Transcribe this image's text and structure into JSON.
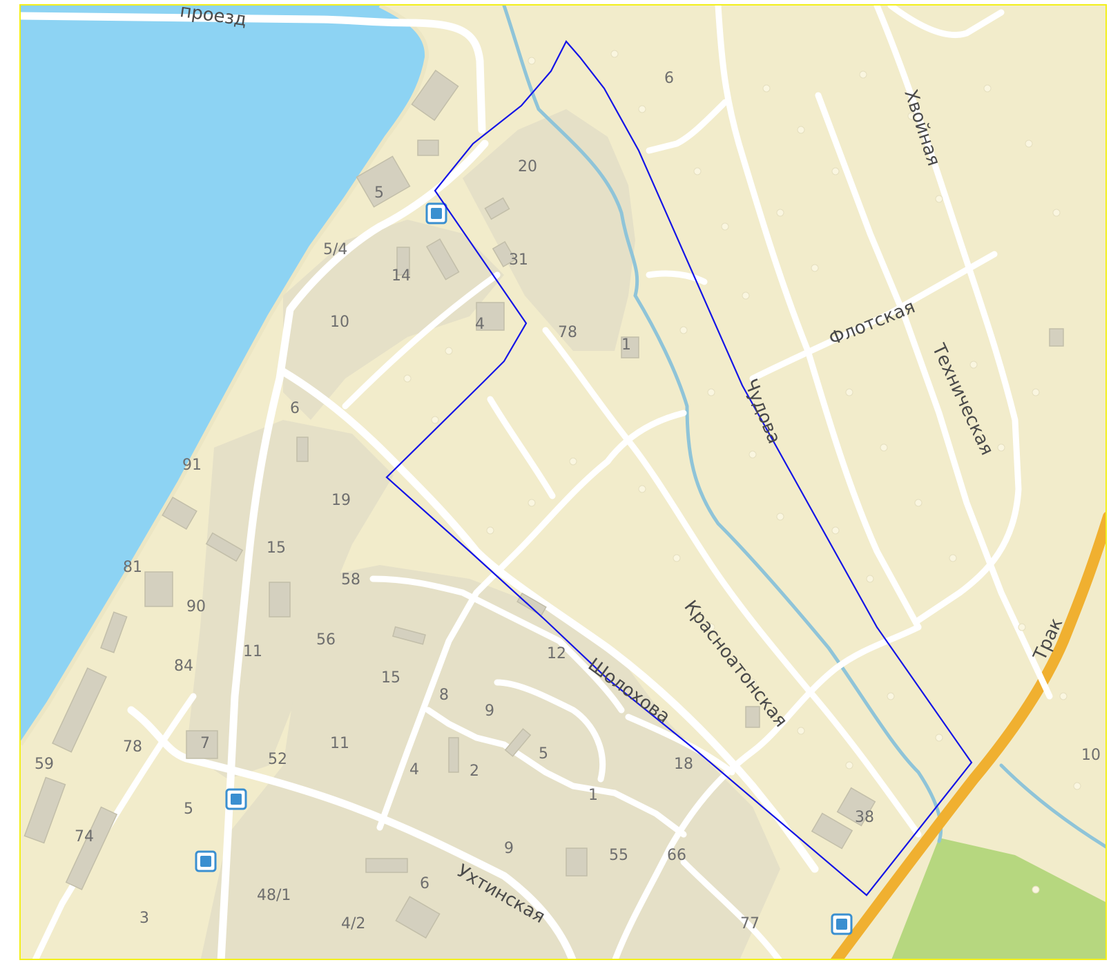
{
  "map": {
    "background": "#f2eccb",
    "water_color": "#8dd3f3",
    "park_color": "#b6d77f",
    "highway_color": "#f0b030",
    "boundary_color": "#1414e6",
    "frame_color": "#f2ef1a",
    "streets": {
      "flotskaya": "Флотская",
      "khvoinaya": "Хвойная",
      "tekhnicheskaya": "Техническая",
      "chudova": "Чудова",
      "krasnozatonskaya": "Красноатонская",
      "sholokhova": "Шолохова",
      "ukhtinskaya": "Ухтинская",
      "traktovaya": "Трак",
      "proezd": "проезд"
    },
    "houses": {
      "h6_top": "6",
      "h20": "20",
      "h31": "31",
      "h78a": "78",
      "h1a": "1",
      "h5_river": "5",
      "h5_4": "5/4",
      "h14": "14",
      "h10": "10",
      "h4": "4",
      "h6_left": "6",
      "h91": "91",
      "h19": "19",
      "h15a": "15",
      "h81": "81",
      "h58": "58",
      "h90": "90",
      "h56": "56",
      "h11a": "11",
      "h84": "84",
      "h15b": "15",
      "h12": "12",
      "h8": "8",
      "h9a": "9",
      "h78b": "78",
      "h7": "7",
      "h52": "52",
      "h11b": "11",
      "h59": "59",
      "h5b": "5",
      "h4b": "4",
      "h2": "2",
      "h5c": "5",
      "h18": "18",
      "h1b": "1",
      "h74": "74",
      "h9b": "9",
      "h55": "55",
      "h66": "66",
      "h38": "38",
      "h48_1": "48/1",
      "h6b": "6",
      "h4_2": "4/2",
      "h3": "3",
      "h77": "77",
      "h10b": "10"
    },
    "icons": {
      "bus_stop_label": "B"
    }
  }
}
